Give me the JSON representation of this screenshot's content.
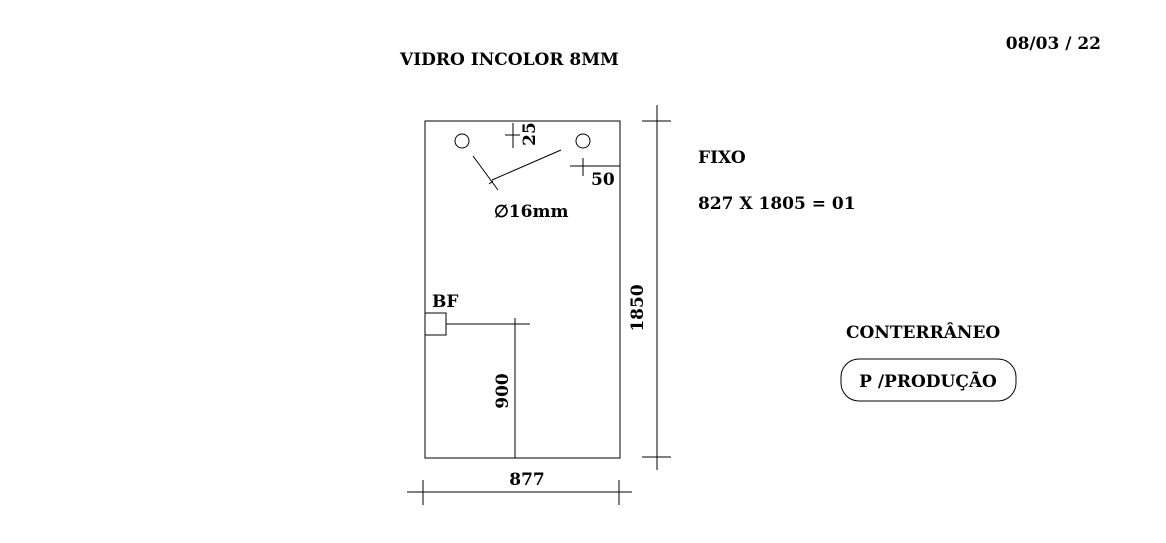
{
  "header": {
    "date": "08/03 / 22",
    "title": "VIDRO INCOLOR 8MM"
  },
  "piece": {
    "type_label": "FIXO",
    "spec": "827 X 1805 = 01",
    "width_label": "877",
    "height_label": "1850",
    "hole_diameter_label": "∅16mm",
    "hole_top_offset_label": "25",
    "hole_side_offset_label": "50",
    "lock_label": "BF",
    "lock_height_label": "900"
  },
  "client": {
    "name": "CONTERRÂNEO",
    "destination": "P /PRODUÇÃO"
  }
}
